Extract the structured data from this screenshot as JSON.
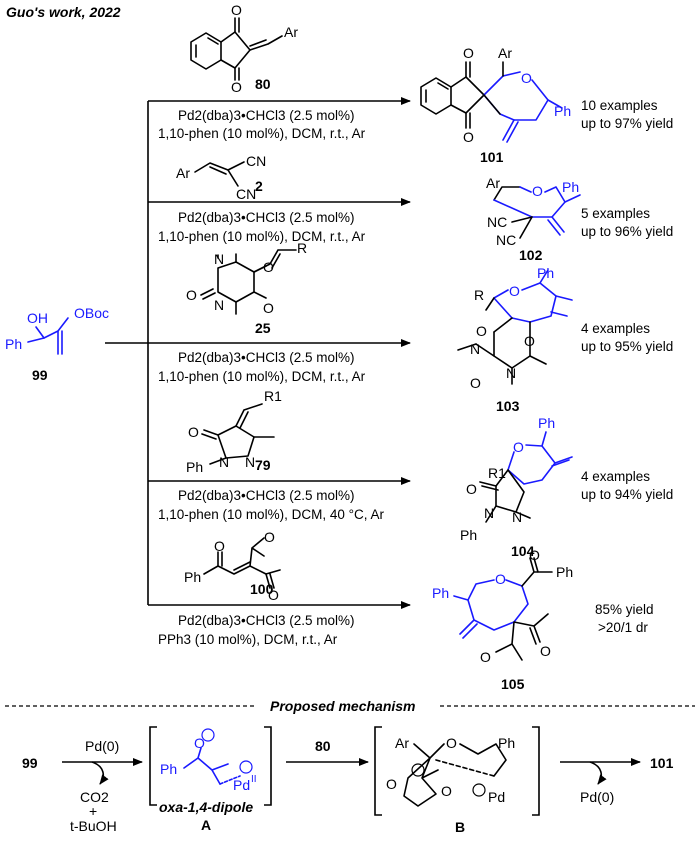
{
  "header": {
    "title": "Guo's work, 2022"
  },
  "start_material": {
    "id": "99",
    "atoms": {
      "oh": "OH",
      "ph": "Ph",
      "oboc": "OBoc"
    }
  },
  "reactions": [
    {
      "reagent_id": "80",
      "reagent_atoms": {
        "ar": "Ar",
        "o1": "O",
        "o2": "O"
      },
      "conditions": [
        "Pd2(dba)3•CHCl3 (2.5 mol%)",
        "1,10-phen (10 mol%), DCM, r.t., Ar"
      ],
      "product_id": "101",
      "product_atoms": {
        "ar": "Ar",
        "o_ring": "O",
        "ph": "Ph",
        "o1": "O",
        "o2": "O"
      },
      "result": [
        "10 examples",
        "up to 97% yield"
      ]
    },
    {
      "reagent_id": "2",
      "reagent_atoms": {
        "ar": "Ar",
        "cn1": "CN",
        "cn2": "CN"
      },
      "conditions": [
        "Pd2(dba)3•CHCl3 (2.5 mol%)",
        "1,10-phen (10 mol%), DCM, r.t., Ar"
      ],
      "product_id": "102",
      "product_atoms": {
        "ar": "Ar",
        "o_ring": "O",
        "ph": "Ph",
        "nc1": "NC",
        "nc2": "NC"
      },
      "result": [
        "5 examples",
        "up to 96% yield"
      ]
    },
    {
      "reagent_id": "25",
      "reagent_atoms": {
        "r": "R",
        "o1": "O",
        "o2": "O",
        "o3": "O",
        "n1": "N",
        "n2": "N"
      },
      "conditions": [
        "Pd2(dba)3•CHCl3 (2.5 mol%)",
        "1,10-phen (10 mol%), DCM, r.t., Ar"
      ],
      "product_id": "103",
      "product_atoms": {
        "r": "R",
        "o_ring": "O",
        "ph": "Ph",
        "o1": "O",
        "o2": "O",
        "o3": "O",
        "n1": "N",
        "n2": "N"
      },
      "result": [
        "4 examples",
        "up to 95% yield"
      ]
    },
    {
      "reagent_id": "79",
      "reagent_atoms": {
        "r1": "R1",
        "o": "O",
        "n1": "N",
        "n2": "N",
        "ph": "Ph"
      },
      "conditions": [
        "Pd2(dba)3•CHCl3 (2.5 mol%)",
        "1,10-phen (10 mol%), DCM, 40 °C, Ar"
      ],
      "product_id": "104",
      "product_atoms": {
        "r1": "R1",
        "o_ring": "O",
        "ph": "Ph",
        "o": "O",
        "n1": "N",
        "n2": "N",
        "ph2": "Ph"
      },
      "result": [
        "4 examples",
        "up to 94% yield"
      ]
    },
    {
      "reagent_id": "100",
      "reagent_atoms": {
        "ph": "Ph",
        "o1": "O",
        "o2": "O",
        "o3": "O"
      },
      "conditions": [
        "Pd2(dba)3•CHCl3 (2.5 mol%)",
        "PPh3 (10 mol%), DCM, r.t., Ar"
      ],
      "product_id": "105",
      "product_atoms": {
        "ph1": "Ph",
        "o_ring": "O",
        "ph2": "Ph",
        "o1": "O",
        "o2": "O",
        "o3": "O"
      },
      "result": [
        "85% yield",
        ">20/1 dr"
      ]
    }
  ],
  "mechanism": {
    "title": "Proposed mechanism",
    "start_id": "99",
    "catalyst": "Pd(0)",
    "byproducts": [
      "CO2",
      "+",
      "t-BuOH"
    ],
    "intermediate_a": {
      "label": "A",
      "name": "oxa-1,4-dipole",
      "atoms": {
        "o": "O",
        "ph": "Ph",
        "pd": "Pd",
        "pd_ox": "II"
      }
    },
    "reagent_id": "80",
    "intermediate_b": {
      "label": "B",
      "atoms": {
        "ar": "Ar",
        "o_ring": "O",
        "ph": "Ph",
        "o1": "O",
        "o2": "O",
        "pd": "Pd"
      }
    },
    "release": "Pd(0)",
    "product_id": "101"
  }
}
